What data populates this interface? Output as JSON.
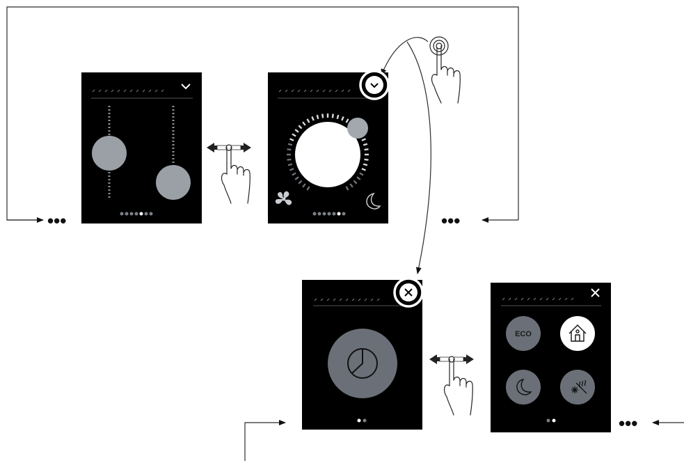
{
  "diagram": {
    "colors": {
      "background": "#ffffff",
      "screen": "#000000",
      "knob": "#9aa0a6",
      "button_dark": "#6b7078",
      "white": "#ffffff",
      "line": "#2b2b2b",
      "dots_inactive": "#7a7f86",
      "dots_active": "#ffffff"
    },
    "screens": [
      {
        "id": "sliders",
        "page_dots": 7,
        "active_dot": 4,
        "corner_icon": "chevron-down-icon"
      },
      {
        "id": "setpoint-dial",
        "page_dots": 7,
        "active_dot": 5,
        "corner_icon": "chevron-down-icon",
        "left_icon": "fan-icon",
        "right_icon": "moon-icon"
      },
      {
        "id": "timer",
        "page_dots": 2,
        "active_dot": 0,
        "corner_icon": "close-icon",
        "center_icon": "timer-icon"
      },
      {
        "id": "modes",
        "page_dots": 2,
        "active_dot": 1,
        "corner_icon": "close-icon",
        "buttons": [
          {
            "label": "ECO",
            "icon": "",
            "active": false
          },
          {
            "label": "",
            "icon": "home-person-icon",
            "active": true
          },
          {
            "label": "",
            "icon": "moon-icon",
            "active": false
          },
          {
            "label": "",
            "icon": "frost-protection-icon",
            "active": false
          }
        ]
      }
    ],
    "gestures": [
      {
        "type": "swipe-horizontal",
        "icon": "swipe-hand-icon"
      },
      {
        "type": "tap",
        "icon": "tap-hand-icon"
      },
      {
        "type": "swipe-horizontal",
        "icon": "swipe-hand-icon"
      }
    ],
    "continuation_marks": [
      "•••",
      "•••",
      "•••"
    ]
  }
}
